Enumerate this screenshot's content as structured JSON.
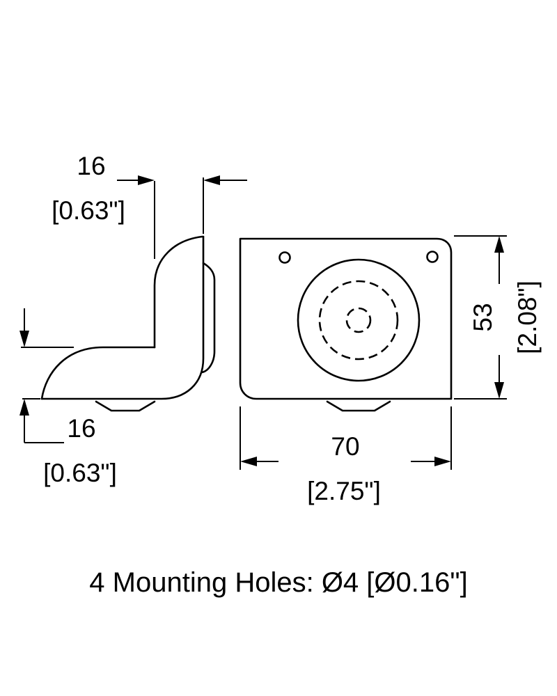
{
  "dimensions": {
    "side_width": {
      "value": "16",
      "inches": "[0.63\"]"
    },
    "side_height": {
      "value": "16",
      "inches": "[0.63\"]"
    },
    "front_height": {
      "value": "53",
      "inches": "[2.08\"]"
    },
    "front_width": {
      "value": "70",
      "inches": "[2.75\"]"
    }
  },
  "caption": "4 Mounting Holes: Ø4 [Ø0.16\"]"
}
